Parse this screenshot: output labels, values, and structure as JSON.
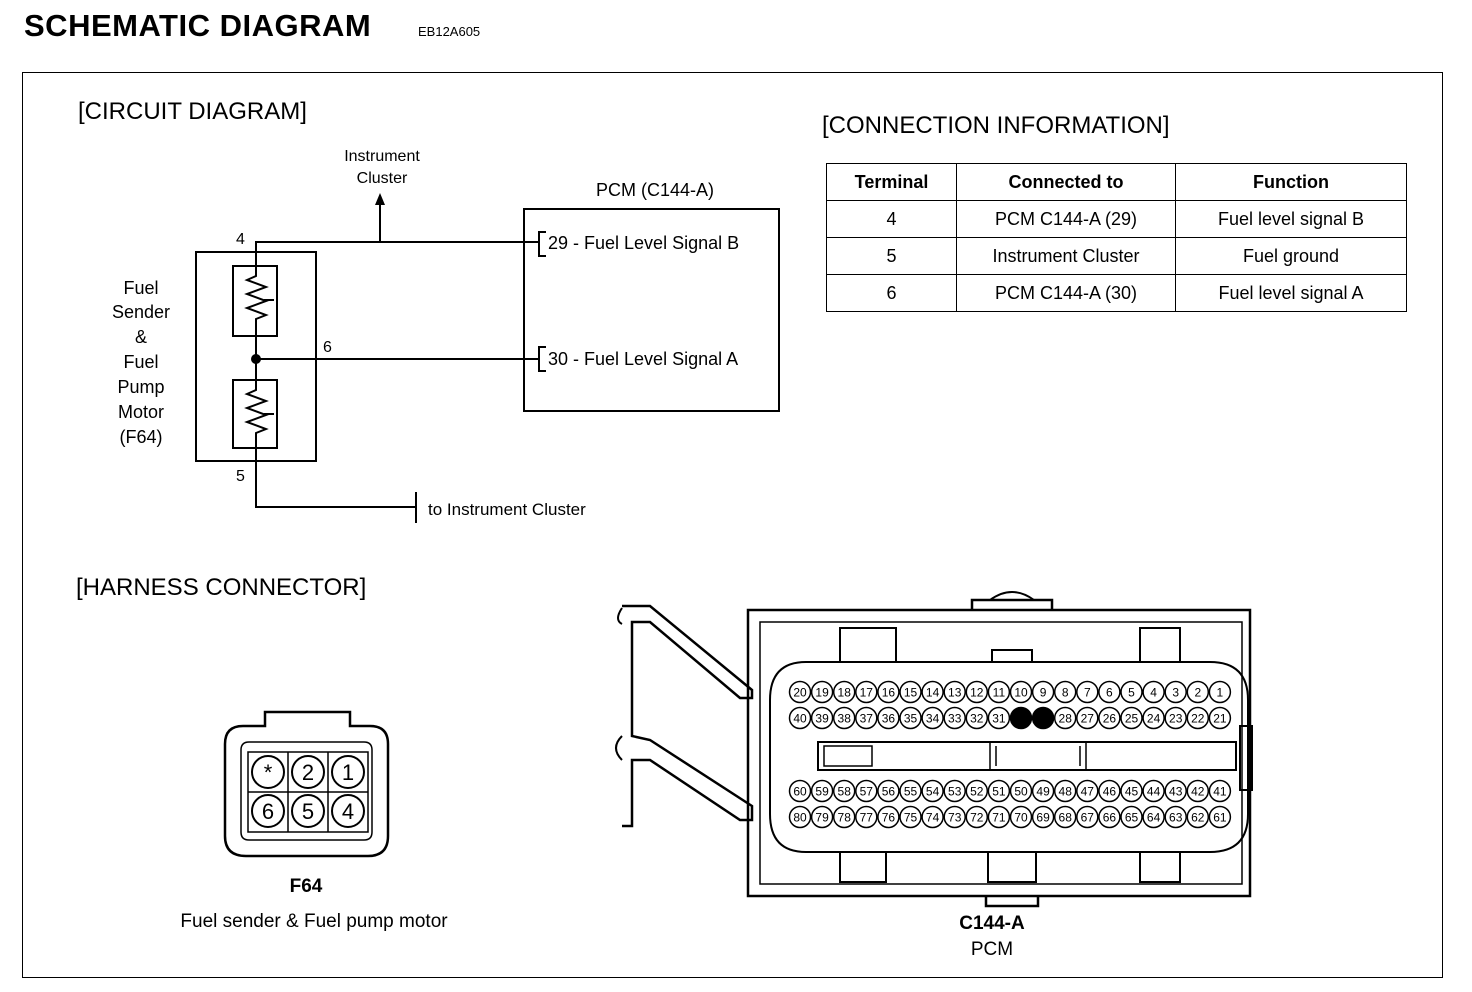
{
  "header": {
    "title": "SCHEMATIC DIAGRAM",
    "code": "EB12A605"
  },
  "circuit": {
    "section_label": "[CIRCUIT DIAGRAM]",
    "instrument_cluster_line1": "Instrument",
    "instrument_cluster_line2": "Cluster",
    "pcm_label": "PCM (C144-A)",
    "pin_29": "29 - Fuel Level Signal B",
    "pin_30": "30 - Fuel Level Signal A",
    "component_lines": [
      "Fuel",
      "Sender",
      "&",
      "Fuel",
      "Pump",
      "Motor",
      "(F64)"
    ],
    "terminal_4": "4",
    "terminal_6": "6",
    "terminal_5": "5",
    "to_cluster": "to Instrument Cluster"
  },
  "connection_info": {
    "section_label": "[CONNECTION INFORMATION]",
    "headers": [
      "Terminal",
      "Connected to",
      "Function"
    ],
    "rows": [
      [
        "4",
        "PCM C144-A (29)",
        "Fuel level signal B"
      ],
      [
        "5",
        "Instrument Cluster",
        "Fuel ground"
      ],
      [
        "6",
        "PCM C144-A (30)",
        "Fuel level signal A"
      ]
    ]
  },
  "harness": {
    "section_label": "[HARNESS CONNECTOR]",
    "f64": {
      "pins": [
        "*",
        "2",
        "1",
        "6",
        "5",
        "4"
      ],
      "name": "F64",
      "description": "Fuel sender  &  Fuel pump motor"
    },
    "c144a": {
      "name": "C144-A",
      "description": "PCM",
      "row1": [
        "20",
        "19",
        "18",
        "17",
        "16",
        "15",
        "14",
        "13",
        "12",
        "11",
        "10",
        "9",
        "8",
        "7",
        "6",
        "5",
        "4",
        "3",
        "2",
        "1"
      ],
      "row2": [
        "40",
        "39",
        "38",
        "37",
        "36",
        "35",
        "34",
        "33",
        "32",
        "31",
        "",
        "",
        "28",
        "27",
        "26",
        "25",
        "24",
        "23",
        "22",
        "21"
      ],
      "row3": [
        "60",
        "59",
        "58",
        "57",
        "56",
        "55",
        "54",
        "53",
        "52",
        "51",
        "50",
        "49",
        "48",
        "47",
        "46",
        "45",
        "44",
        "43",
        "42",
        "41"
      ],
      "row4": [
        "80",
        "79",
        "78",
        "77",
        "76",
        "75",
        "74",
        "73",
        "72",
        "71",
        "70",
        "69",
        "68",
        "67",
        "66",
        "65",
        "64",
        "63",
        "62",
        "61"
      ]
    }
  }
}
